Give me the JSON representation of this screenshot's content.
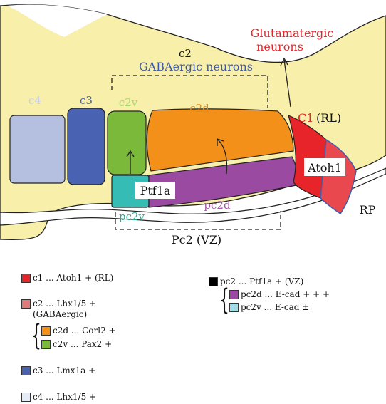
{
  "colors": {
    "background": "#f7efaa",
    "c1": "#e8242b",
    "c1_light": "#e8484e",
    "c2": "#e07a78",
    "c2d": "#f39019",
    "c2v": "#7ab93a",
    "c3": "#4a62b2",
    "c4": "#b5c0e0",
    "pc2": "#000000",
    "pc2d": "#9b4aa2",
    "pc2v": "#34bcb5",
    "gaba_text": "#3d58a8",
    "glut_text": "#e8242b",
    "c2d_text": "#e58a1a",
    "pc2d_text": "#a656a9",
    "pc2v_text": "#2fa58e",
    "c2v_text": "#a9d66c",
    "c4_text": "#c9d1ea"
  },
  "labels": {
    "glutamatergic_line1": "Glutamatergic",
    "glutamatergic_line2": "neurons",
    "c2_top": "c2",
    "gabaergic": "GABAergic neurons",
    "c4": "c4",
    "c3": "c3",
    "c2v": "c2v",
    "c2d": "c2d",
    "c1": "C1",
    "rl": "(RL)",
    "atoh1_box": "Atoh1",
    "ptf1a_box": "Ptf1a",
    "pc2v": "pc2v",
    "pc2d": "pc2d",
    "rp": "RP",
    "pc2_vz": "Pc2 (VZ)"
  },
  "legend": {
    "c1": "c1 ... Atoh1 + (RL)",
    "c2_line1": "c2 ... Lhx1/5 +",
    "c2_line2": "(GABAergic)",
    "c2d": "c2d ... Corl2 +",
    "c2v": "c2v ... Pax2 +",
    "c3": "c3 ... Lmx1a +",
    "c4": "c4 ... Lhx1/5 +",
    "pc2": "pc2 ... Ptf1a + (VZ)",
    "pc2d": "pc2d ... E-cad + + +",
    "pc2v": "pc2v ... E-cad ±"
  }
}
